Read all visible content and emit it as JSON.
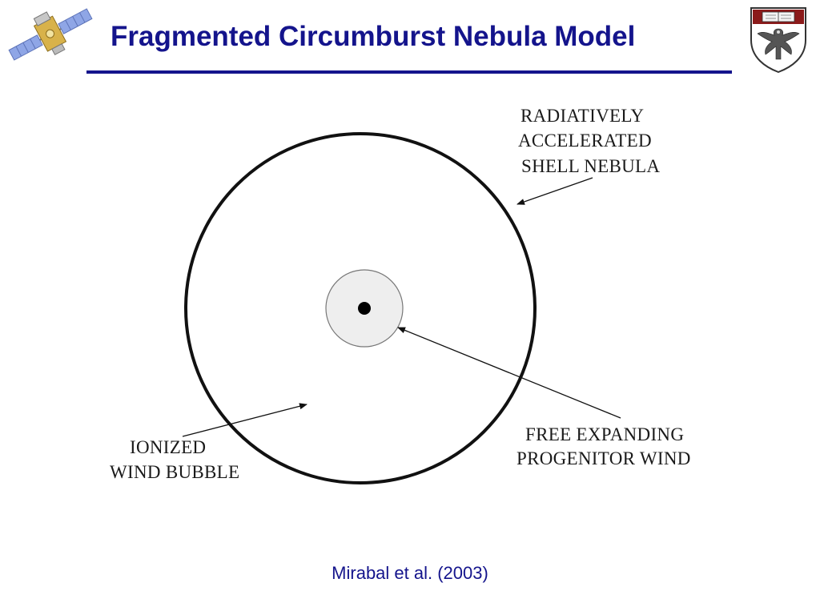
{
  "slide": {
    "title": "Fragmented Circumburst Nebula Model",
    "citation": "Mirabal et al. (2003)"
  },
  "diagram": {
    "labels": {
      "shell_nebula": [
        "RADIATIVELY",
        "ACCELERATED",
        "SHELL NEBULA"
      ],
      "progenitor_wind": [
        "FREE EXPANDING",
        "PROGENITOR WIND"
      ],
      "wind_bubble": [
        "IONIZED",
        "WIND BUBBLE"
      ]
    },
    "colors": {
      "title": "#14148c",
      "outline": "#111111",
      "inner_fill": "#eeeeee"
    }
  },
  "logos": {
    "left": "satellite-icon",
    "right": "university-crest-icon"
  }
}
